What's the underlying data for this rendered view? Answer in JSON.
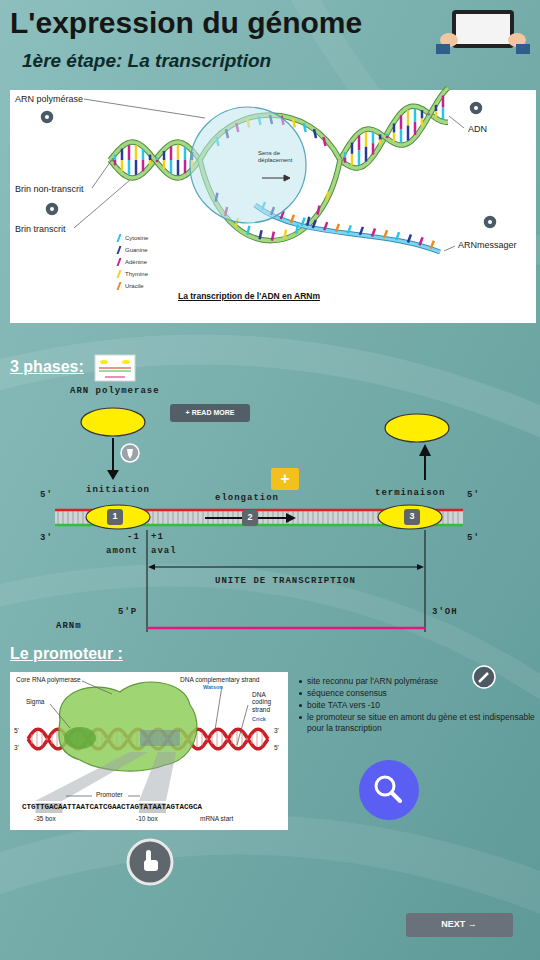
{
  "diagram": {
    "title": "L'expression du génome",
    "caption": "La transcription de l'ADN en ARNm",
    "nodes": [
      {
        "text": [
          "+ READ MORE"
        ]
      },
      {
        "text": [
          "+"
        ]
      },
      {
        "text": [
          "1"
        ]
      },
      {
        "text": [
          "2"
        ]
      },
      {
        "text": [
          "3"
        ]
      },
      {
        "text": [
          "NEXT →"
        ]
      }
    ],
    "labels": [
      "1ère étape: La transcription",
      "ARN polymérase",
      "Brin non-transcrit",
      "Brin transcrit",
      "ADN",
      "ARNmessager",
      "Sens de déplacement",
      "3 phases:",
      "ARN polymerase",
      "initiation",
      "elongation",
      "terminaison",
      "5'",
      "5'",
      "3'",
      "5'",
      "-1",
      "+1",
      "amont",
      "aval",
      "UNITE DE TRANSCRIPTION",
      "5'P",
      "3'OH",
      "ARNm",
      "Le promoteur :",
      "Core RNA polymerase",
      "Sigma",
      "DNA complementary strand",
      "Watson",
      "DNA coding strand",
      "Crick",
      "5'",
      "3'",
      "3'",
      "5'",
      "Promoter",
      "CTGTTGACAATTAATCATCGAACTAGTATAATAGTACGCA",
      "-35 box",
      "-10 box",
      "mRNA start",
      "site reconnu par l'ARN polymérase",
      "séquence consensus",
      "boite TATA vers -10",
      "le promoteur se situe en amont du gène et est indispensable pour la transcription"
    ],
    "legend": [
      {
        "text": "Cytosine",
        "color": "#29c4e6"
      },
      {
        "text": "Guanine",
        "color": "#2a3a9a"
      },
      {
        "text": "Adénine",
        "color": "#c8208f"
      },
      {
        "text": "Thymine",
        "color": "#f2d21c"
      },
      {
        "text": "Uracile",
        "color": "#f08a1c"
      }
    ]
  }
}
